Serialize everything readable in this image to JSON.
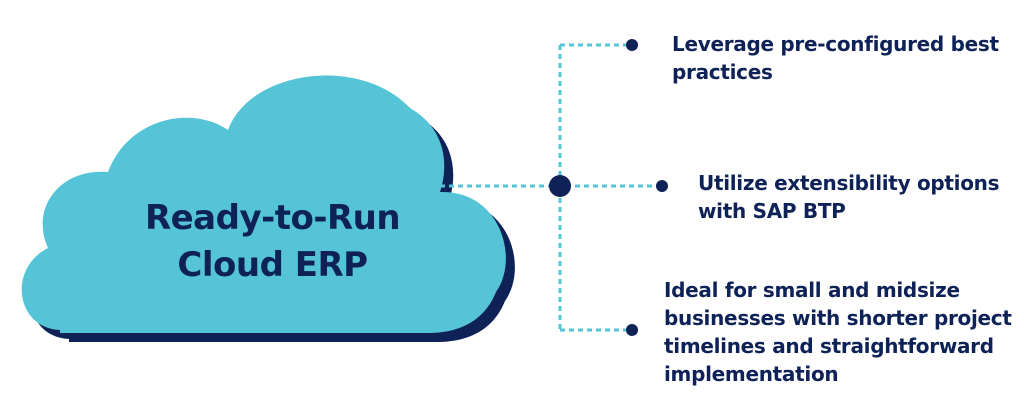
{
  "cloud": {
    "title_line1": "Ready-to-Run",
    "title_line2": "Cloud ERP",
    "fill_color": "#54c4d6",
    "shadow_color": "#0f2258"
  },
  "bullets": [
    {
      "text": "Leverage pre-configured best practices"
    },
    {
      "text": "Utilize extensibility options with SAP BTP"
    },
    {
      "text": "Ideal for small and midsize businesses with shorter project timelines and straightforward implementation"
    }
  ],
  "connector": {
    "line_color": "#54c4d6",
    "dot_color": "#0f2258",
    "line_style": "dashed"
  }
}
